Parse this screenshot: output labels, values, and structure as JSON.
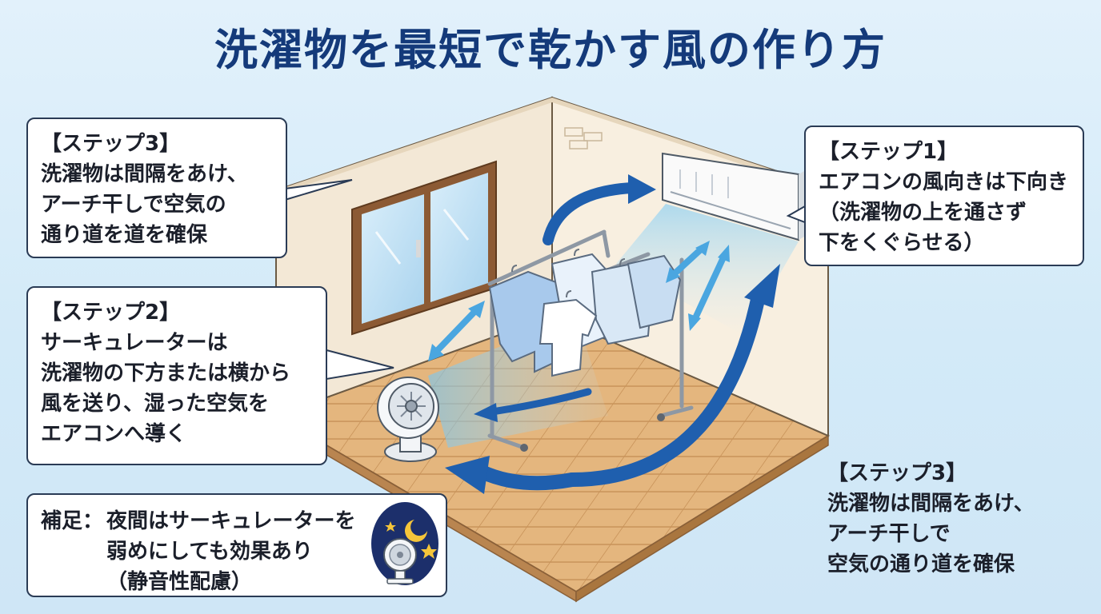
{
  "title": "洗濯物を最短で乾かす風の作り方",
  "step1": {
    "heading": "【ステップ1】",
    "lines": [
      "エアコンの風向きは下向き",
      "（洗濯物の上を通さず",
      "下をくぐらせる）"
    ]
  },
  "step2": {
    "heading": "【ステップ2】",
    "lines": [
      "サーキュレーターは",
      "洗濯物の下方または横から",
      "風を送り、湿った空気を",
      "エアコンへ導く"
    ]
  },
  "step3_top": {
    "heading": "【ステップ3】",
    "lines": [
      "洗濯物は間隔をあけ、",
      "アーチ干しで空気の",
      "通り道を道を確保"
    ]
  },
  "step3_bottom": {
    "heading": "【ステップ3】",
    "lines": [
      "洗濯物は間隔をあけ、",
      "アーチ干しで",
      "空気の通り道を確保"
    ]
  },
  "note": {
    "label": "補足：",
    "lines": [
      "夜間はサーキュレーターを",
      "弱めにしても効果あり",
      "（静音性配慮）"
    ],
    "icon": "night-circulator-icon"
  },
  "colors": {
    "title": "#143a7a",
    "airflow_arrow": "#1f5fae",
    "light_arrow": "#4aa6e0",
    "wall": "#f4ead9",
    "floor": "#e2b47c",
    "night_badge": "#1c2f6b",
    "moon": "#f5c53a"
  }
}
